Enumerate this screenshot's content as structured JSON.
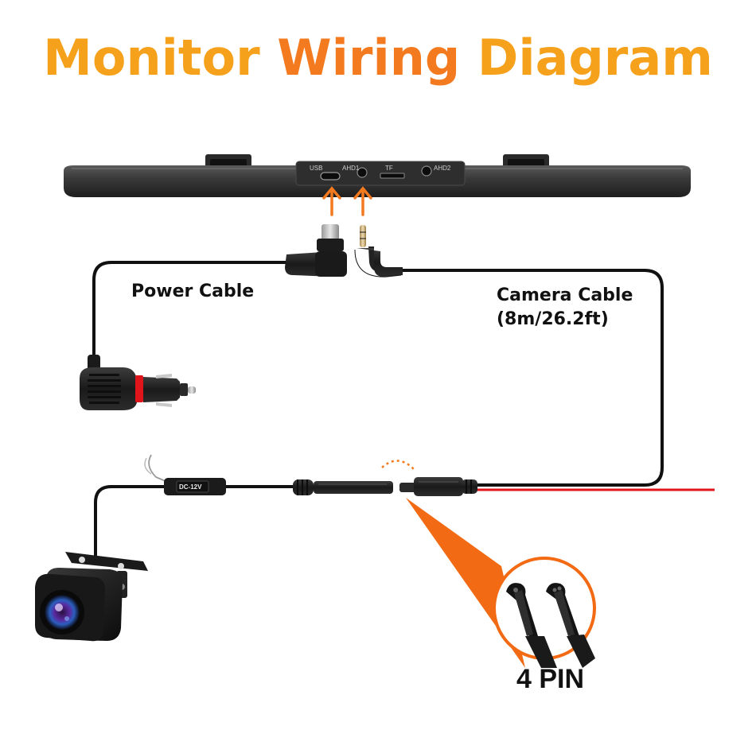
{
  "title": {
    "part1": "Monitor",
    "part2": "Wiring",
    "part3": "Diagram"
  },
  "monitor": {
    "ports": [
      "USB",
      "AHD1",
      "TF",
      "AHD2"
    ]
  },
  "labels": {
    "power_cable": "Power Cable",
    "camera_cable_line1": "Camera Cable",
    "camera_cable_line2": "(8m/26.2ft)",
    "pin": "4 PIN",
    "dc_tag": "DC-12V"
  },
  "colors": {
    "title_light": "#f6a11c",
    "title_dark": "#f47a1f",
    "arrow": "#f47a1f",
    "zoom_cone": "#f26a13",
    "cable": "#111111",
    "red_wire": "#e0141b"
  }
}
